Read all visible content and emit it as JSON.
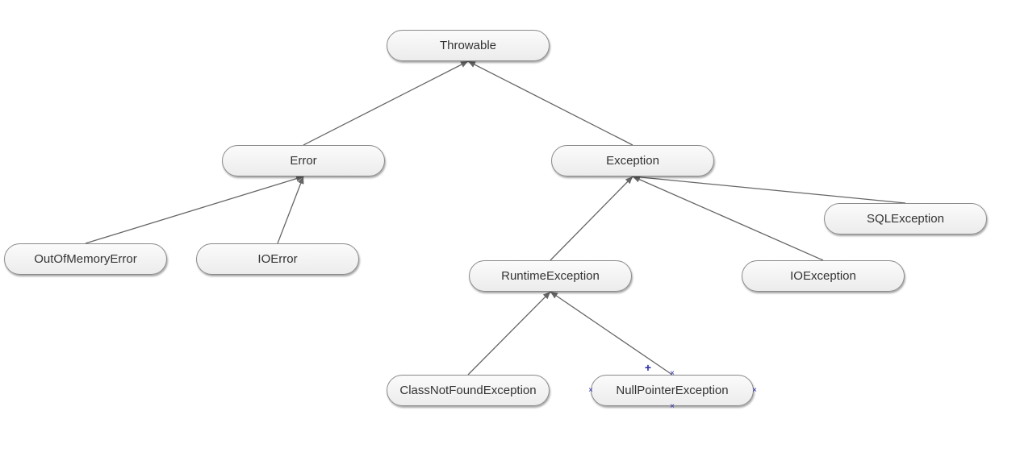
{
  "nodes": {
    "throwable": "Throwable",
    "error": "Error",
    "exception": "Exception",
    "outofmemoryerror": "OutOfMemoryError",
    "ioerror": "IOError",
    "runtimeexception": "RuntimeException",
    "ioexception": "IOException",
    "sqlexception": "SQLException",
    "classnotfoundexception": "ClassNotFoundException",
    "nullpointerexception": "NullPointerException"
  },
  "edges": [
    {
      "from": "error",
      "to": "throwable"
    },
    {
      "from": "exception",
      "to": "throwable"
    },
    {
      "from": "outofmemoryerror",
      "to": "error"
    },
    {
      "from": "ioerror",
      "to": "error"
    },
    {
      "from": "runtimeexception",
      "to": "exception"
    },
    {
      "from": "ioexception",
      "to": "exception"
    },
    {
      "from": "sqlexception",
      "to": "exception"
    },
    {
      "from": "classnotfoundexception",
      "to": "runtimeexception"
    },
    {
      "from": "nullpointerexception",
      "to": "runtimeexception"
    }
  ],
  "selected_node": "nullpointerexception",
  "colors": {
    "edge": "#666666",
    "node_border": "#8a8a8a",
    "selection_handle": "#2a2aa8"
  }
}
